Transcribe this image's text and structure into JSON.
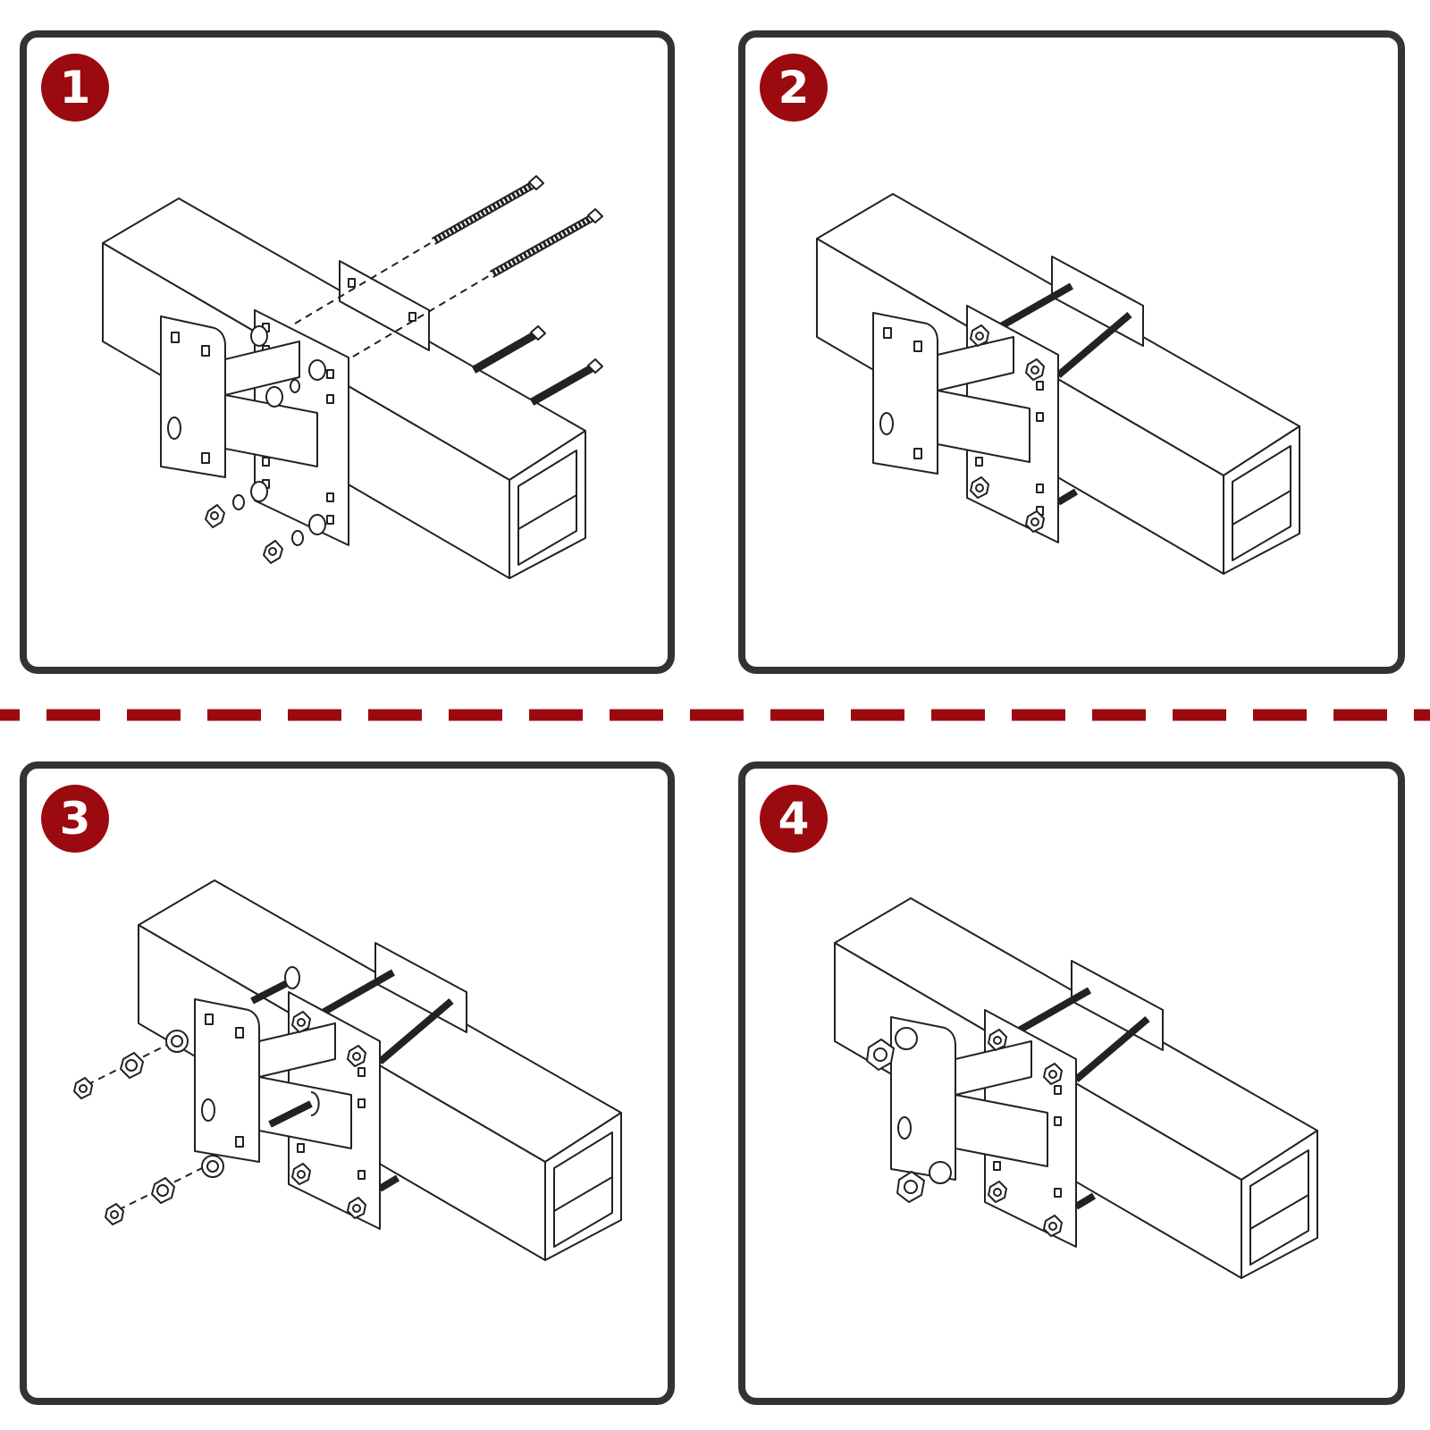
{
  "colors": {
    "accent": "#9b0a0e",
    "frame": "#333333",
    "line": "#222222"
  },
  "steps": [
    {
      "number": "1",
      "stage": "exploded"
    },
    {
      "number": "2",
      "stage": "bolts-inserted"
    },
    {
      "number": "3",
      "stage": "lower-plate-fasteners-exploded"
    },
    {
      "number": "4",
      "stage": "fully-assembled"
    }
  ]
}
